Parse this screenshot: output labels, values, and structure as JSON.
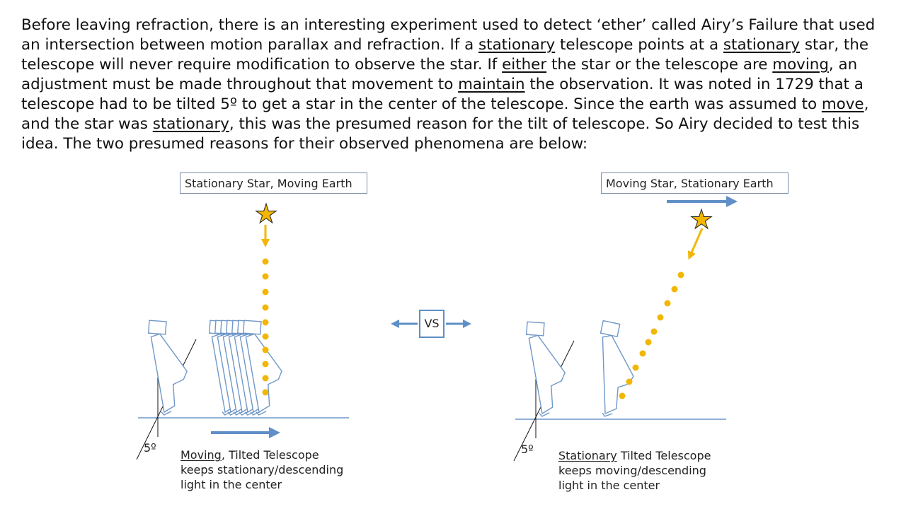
{
  "intro": {
    "parts": [
      {
        "t": "Before leaving refraction, there is an interesting experiment used to detect ‘ether’ called Airy’s Failure that used an intersection between motion parallax and refraction.  If a "
      },
      {
        "t": "stationary",
        "u": true
      },
      {
        "t": " telescope points at a "
      },
      {
        "t": "stationary",
        "u": true
      },
      {
        "t": " star, the telescope will never require modification to observe the star.  If "
      },
      {
        "t": "either",
        "u": true
      },
      {
        "t": " the star or the telescope are "
      },
      {
        "t": "moving",
        "u": true
      },
      {
        "t": ", an adjustment must be made throughout that movement to "
      },
      {
        "t": "maintain",
        "u": true
      },
      {
        "t": " the observation.  It was noted in 1729 that a telescope had to be tilted 5º to get a star in the center of the telescope.  Since the earth was assumed to "
      },
      {
        "t": "move",
        "u": true
      },
      {
        "t": ", and the star was "
      },
      {
        "t": "stationary",
        "u": true
      },
      {
        "t": ", this was the presumed reason for the tilt of telescope.  So Airy decided to test this idea.  The two presumed reasons for their observed phenomena are below:"
      }
    ]
  },
  "vs_label": "VS",
  "left_panel": {
    "title": "Stationary Star, Moving Earth",
    "angle_label": "5º",
    "caption_underlined": "Moving",
    "caption_rest": ", Tilted Telescope",
    "caption_line2": "keeps stationary/descending",
    "caption_line3": "light in the center"
  },
  "right_panel": {
    "title": "Moving Star, Stationary Earth",
    "angle_label": "5º",
    "caption_underlined": "Stationary",
    "caption_rest": " Tilted Telescope",
    "caption_line2": "keeps moving/descending",
    "caption_line3": "light in the center"
  },
  "colors": {
    "accent_blue": "#5f8fc6",
    "light_gold": "#f2b705",
    "outline_blue": "#6f97c8",
    "text": "#111111"
  },
  "icons": {
    "star": "star-icon",
    "motion_arrow": "right-arrow-icon",
    "vs_arrows": "left-right-arrow-icon"
  }
}
